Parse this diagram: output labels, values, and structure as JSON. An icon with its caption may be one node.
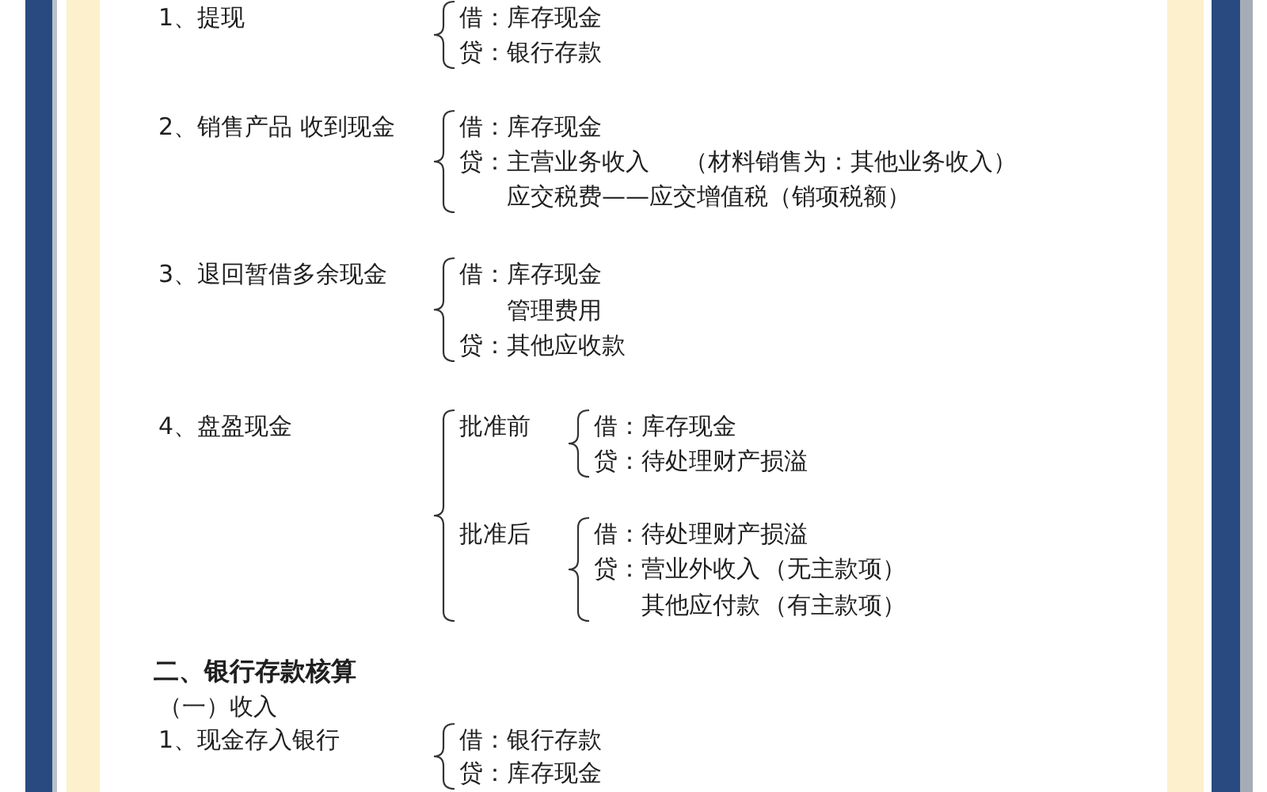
{
  "diagram": {
    "labels": [
      "1、提现",
      "借：库存现金",
      "贷：银行存款",
      "2、销售产品 收到现金",
      "借：库存现金",
      "贷：主营业务收入",
      "（材料销售为：其他业务收入）",
      "应交税费——应交增值税（销项税额）",
      "3、退回暂借多余现金",
      "借：库存现金",
      "管理费用",
      "贷：其他应收款",
      "4、盘盈现金",
      "批准前",
      "借：库存现金",
      "贷：待处理财产损溢",
      "批准后",
      "借：待处理财产损溢",
      "贷：营业外收入",
      "（无主款项）",
      "其他应付款",
      "（有主款项）",
      "二、银行存款核算",
      "（一）收入",
      "1、现金存入银行",
      "借：银行存款",
      "贷：库存现金"
    ]
  }
}
